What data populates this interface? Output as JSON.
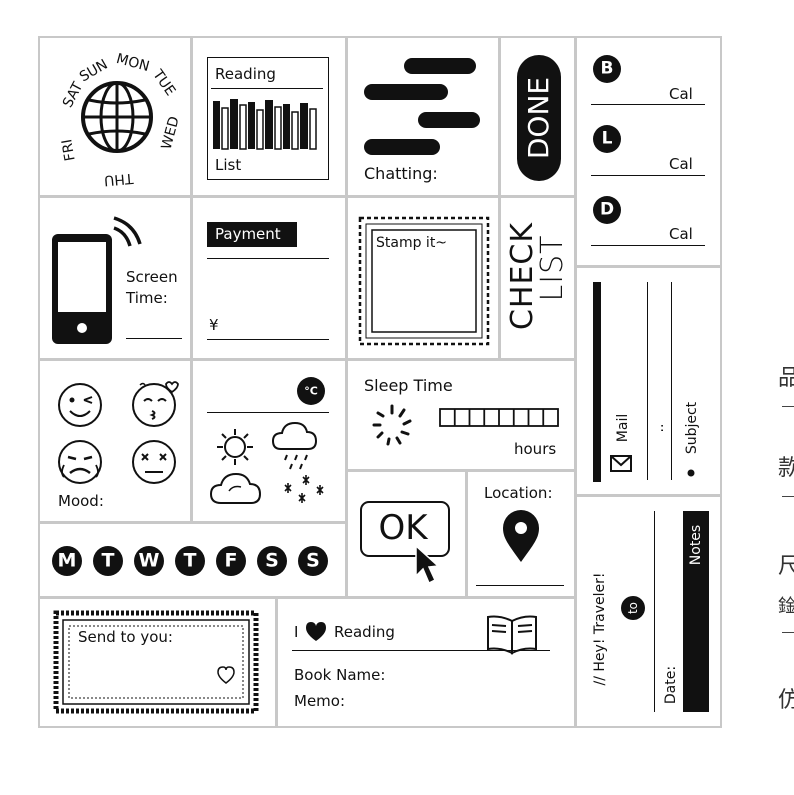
{
  "world_days": [
    "SAT",
    "SUN",
    "MON",
    "TUE",
    "WED",
    "THU",
    "FRI"
  ],
  "reading_card": {
    "title": "Reading",
    "label": "List"
  },
  "chatting": {
    "label": "Chatting:"
  },
  "done": {
    "label": "DONE"
  },
  "meals": [
    {
      "letter": "B",
      "unit": "Cal"
    },
    {
      "letter": "L",
      "unit": "Cal"
    },
    {
      "letter": "D",
      "unit": "Cal"
    }
  ],
  "screen_time": {
    "line1": "Screen",
    "line2": "Time:"
  },
  "payment": {
    "title": "Payment",
    "currency": "¥"
  },
  "stamp": {
    "label": "Stamp it~"
  },
  "checklist": {
    "line1": "CHECK",
    "line2": "LIST"
  },
  "mail": {
    "mail_label": "Mail",
    "dots": "..",
    "subject_label": "Subject"
  },
  "mood": {
    "label": "Mood:"
  },
  "weather": {
    "unit": "°C"
  },
  "sleep": {
    "title": "Sleep Time",
    "unit": "hours",
    "boxes": 8
  },
  "ok": {
    "label": "OK"
  },
  "location": {
    "label": "Location:"
  },
  "weekdays": [
    "M",
    "T",
    "W",
    "T",
    "F",
    "S",
    "S"
  ],
  "send": {
    "label": "Send to you:"
  },
  "i_love_reading": {
    "prefix": "I",
    "suffix": "Reading",
    "book_name": "Book Name:",
    "memo": "Memo:"
  },
  "traveler": {
    "title": "// Hey! Traveler!",
    "to": "to",
    "date": "Date:",
    "notes": "Notes"
  },
  "side_glyphs": [
    "品",
    "款",
    "尺",
    "鍂",
    "仿"
  ]
}
